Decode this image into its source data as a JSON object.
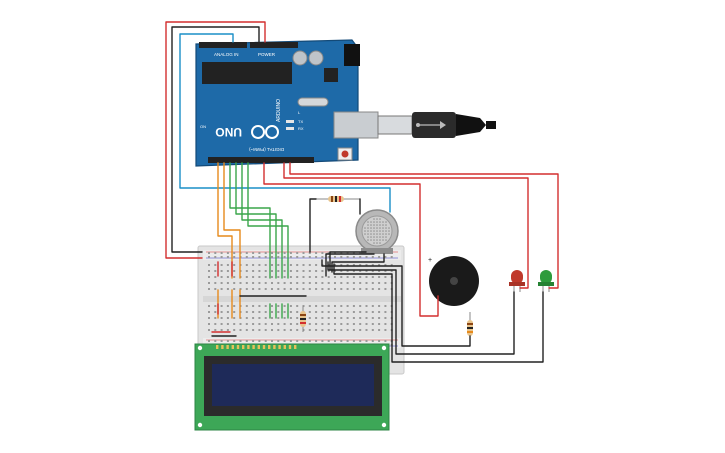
{
  "arduino": {
    "brand": "ARDUINO",
    "model": "UNO",
    "digital_label": "DIGITAL (PWM~)",
    "power_label": "POWER",
    "analog_label": "ANALOG IN",
    "marks": {
      "tx": "TX",
      "rx": "RX",
      "l": "L",
      "on": "ON"
    },
    "board_color": "#1e6aa8",
    "dark_color": "#17558c"
  },
  "components": {
    "lcd": {
      "name": "LCD 16x2",
      "pcb_color": "#3da757",
      "screen_color": "#1e2a59"
    },
    "gas_sensor": {
      "name": "gas-sensor"
    },
    "buzzer": {
      "name": "piezo-buzzer"
    },
    "led_red": {
      "name": "red-led",
      "color": "#c0392b"
    },
    "led_green": {
      "name": "green-led",
      "color": "#2e9b3c"
    }
  },
  "wire_colors": {
    "red": "#d32f2f",
    "black": "#222222",
    "blue": "#1a8fc7",
    "orange": "#e68a1c",
    "green": "#3aa64a"
  }
}
